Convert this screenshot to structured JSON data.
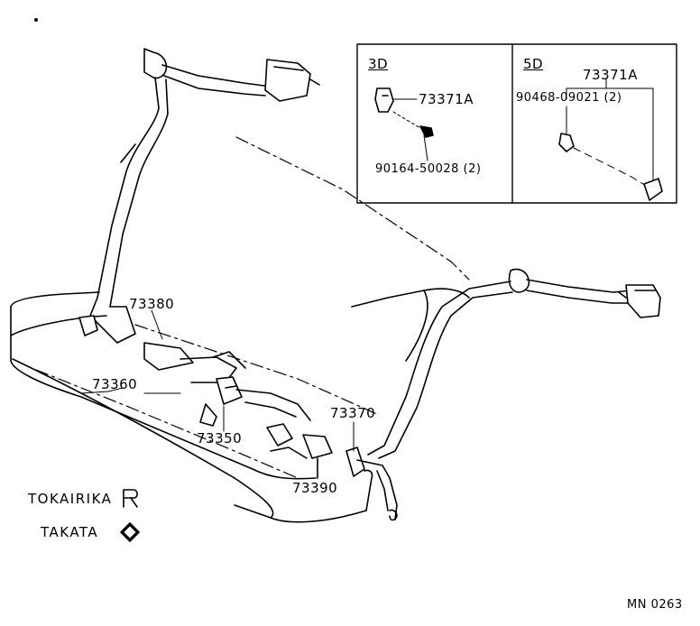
{
  "callouts": {
    "p73380": "73380",
    "p73360": "73360",
    "p73350": "73350",
    "p73370": "73370",
    "p73390": "73390"
  },
  "inset_3d": {
    "title": "3D",
    "part_a": "73371A",
    "part_b": "90164-50028 (2)"
  },
  "inset_5d": {
    "title": "5D",
    "part_a": "73371A",
    "part_b": "90468-09021 (2)"
  },
  "brands": {
    "tokai": "TOKAIRIKA",
    "takata": "TAKATA"
  },
  "drawing_code": "MN 0263"
}
